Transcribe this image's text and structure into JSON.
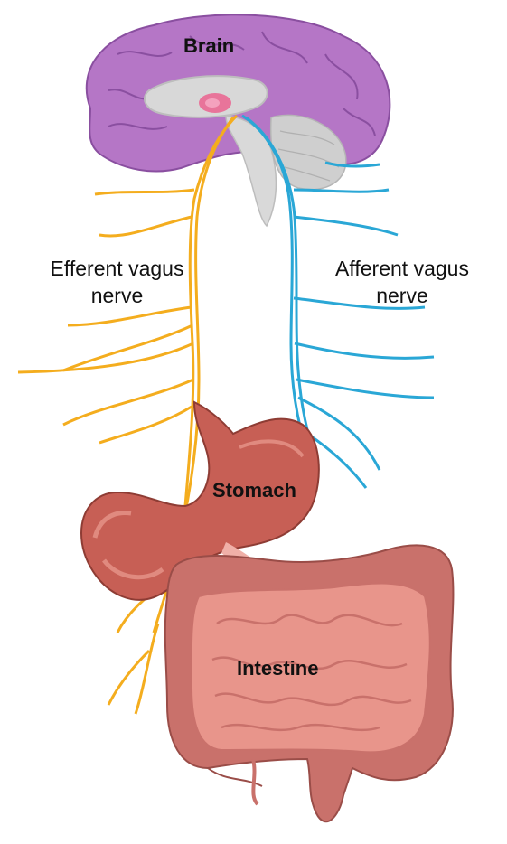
{
  "labels": {
    "brain": "Brain",
    "efferent": [
      "Efferent vagus",
      "nerve"
    ],
    "afferent": [
      "Afferent vagus",
      "nerve"
    ],
    "stomach": "Stomach",
    "intestine": "Intestine"
  },
  "colors": {
    "brain": "#b576c6",
    "brain_dark": "#8a4fa0",
    "efferent_nerve": "#f4ad1e",
    "afferent_nerve": "#2aa7d6",
    "stomach": "#c75f55",
    "intestine": "#e8958b",
    "intestine_dark": "#c9716b",
    "brainstem": "#d9d9d9"
  }
}
